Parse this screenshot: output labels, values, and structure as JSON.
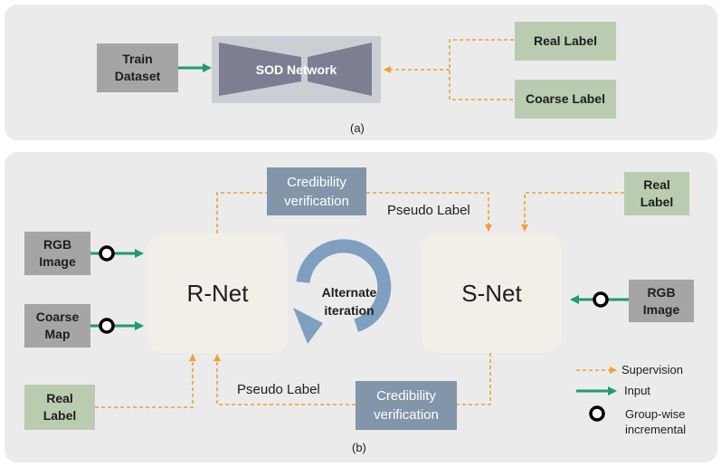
{
  "panel_a": {
    "train_dataset": [
      "Train",
      "Dataset"
    ],
    "sod_network": "SOD Network",
    "real_label": "Real Label",
    "coarse_label": "Coarse Label",
    "caption": "(a)"
  },
  "panel_b": {
    "credibility_top": [
      "Credibility",
      "verification"
    ],
    "credibility_bottom": [
      "Credibility",
      "verification"
    ],
    "pseudo_label_top": "Pseudo Label",
    "pseudo_label_bottom": "Pseudo Label",
    "rgb_image_left": [
      "RGB",
      "Image"
    ],
    "coarse_map": [
      "Coarse",
      "Map"
    ],
    "real_label_left": [
      "Real",
      "Label"
    ],
    "r_net": "R-Net",
    "s_net": "S-Net",
    "alternate_iteration": [
      "Alternate",
      "iteration"
    ],
    "real_label_right": [
      "Real",
      "Label"
    ],
    "rgb_image_right": [
      "RGB",
      "Image"
    ],
    "caption": "(b)"
  },
  "legend": {
    "supervision": "Supervision",
    "input": "Input",
    "group_wise": [
      "Group-wise",
      "incremental"
    ]
  },
  "colors": {
    "supervision": "#f0a030",
    "input": "#1f9b72",
    "cycle": "#7f9fbf"
  }
}
